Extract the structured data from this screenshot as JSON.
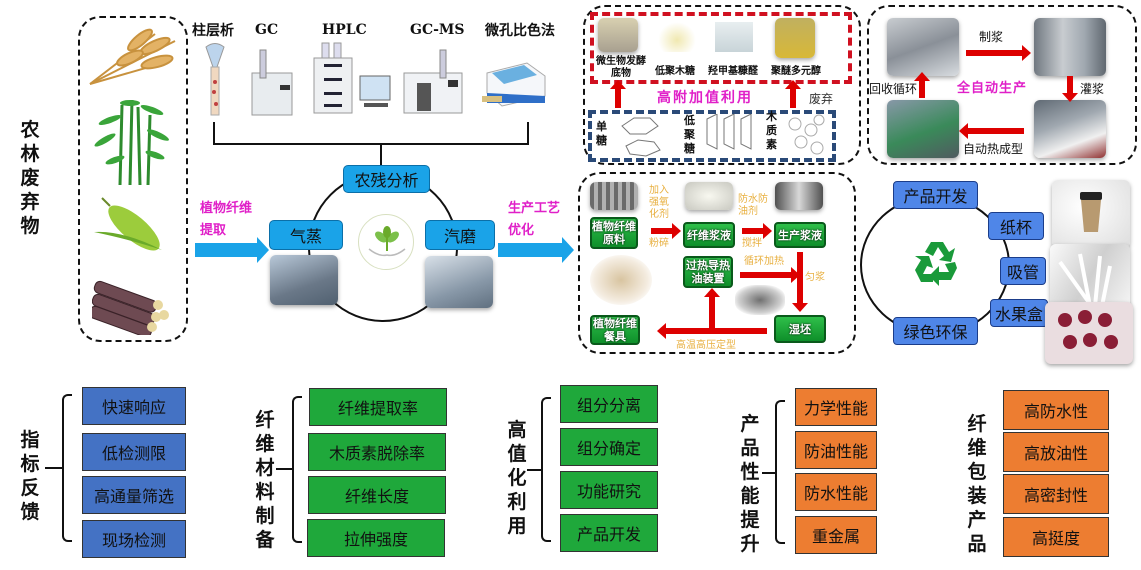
{
  "source_section": {
    "title": "农林废弃物",
    "items": [
      "wheat",
      "bamboo",
      "corn",
      "sugarcane"
    ]
  },
  "instruments": {
    "labels": [
      "柱层析",
      "GC",
      "HPLC",
      "GC-MS",
      "微孔比色法"
    ]
  },
  "center_cycle": {
    "top": "农残分析",
    "left": "气蒸",
    "right": "汽磨",
    "arrow_in_label": "植物纤维提取",
    "arrow_out_label": "生产工艺优化"
  },
  "high_value": {
    "products": [
      "微生物发酵底物",
      "低聚木糖",
      "羟甲基糠醛",
      "聚醚多元醇"
    ],
    "title": "高附加值利用",
    "discard": "废弃",
    "sugars": [
      "单糖",
      "低聚糖",
      "木质素"
    ]
  },
  "auto_production": {
    "title": "全自动生产",
    "steps": [
      "制浆",
      "灌浆",
      "自动热成型",
      "回收循环"
    ]
  },
  "process_flow": {
    "boxes": [
      "植物纤维原料",
      "纤维浆液",
      "生产浆液",
      "过热导热油装置",
      "湿坯",
      "植物纤维餐具"
    ],
    "annotations": {
      "add_oxidizer": "加入强氧化剂",
      "crush": "粉碎",
      "waterproof_agent": "防水防油剂",
      "stir": "搅拌",
      "circulate_heat": "循环加热",
      "even_slurry": "匀浆",
      "press": "高温高压定型"
    }
  },
  "product_cycle": {
    "top": "产品开发",
    "bottom": "绿色环保",
    "products": [
      "纸杯",
      "吸管",
      "水果盒"
    ]
  },
  "categories": [
    {
      "title": "指标反馈",
      "items": [
        "快速响应",
        "低检测限",
        "高通量筛选",
        "现场检测"
      ],
      "color": "#4472c4"
    },
    {
      "title": "纤维材料制备",
      "items": [
        "纤维提取率",
        "木质素脱除率",
        "纤维长度",
        "拉伸强度"
      ],
      "color": "#1fa83b"
    },
    {
      "title": "高值化利用",
      "items": [
        "组分分离",
        "组分确定",
        "功能研究",
        "产品开发"
      ],
      "color": "#1fa83b"
    },
    {
      "title": "产品性能提升",
      "items": [
        "力学性能",
        "防油性能",
        "防水性能",
        "重金属"
      ],
      "color": "#ed7d31"
    },
    {
      "title": "纤维包装产品",
      "items": [
        "高防水性",
        "高放油性",
        "高密封性",
        "高挺度"
      ],
      "color": "#ed7d31"
    }
  ]
}
